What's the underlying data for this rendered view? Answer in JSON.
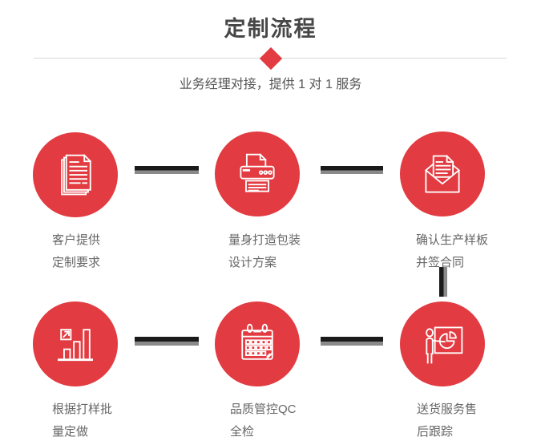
{
  "header": {
    "title": "定制流程",
    "subtitle": "业务经理对接，提供 1 对 1 服务"
  },
  "steps": [
    {
      "icon": "documents-stack-icon",
      "label_line1": "客户提供",
      "label_line2": "定制要求"
    },
    {
      "icon": "printer-icon",
      "label_line1": "量身打造包装",
      "label_line2": "设计方案"
    },
    {
      "icon": "open-envelope-icon",
      "label_line1": "确认生产样板",
      "label_line2": "并签合同"
    },
    {
      "icon": "bar-chart-icon",
      "label_line1": "根据打样批",
      "label_line2": "量定做"
    },
    {
      "icon": "calendar-icon",
      "label_line1": "品质管控QC",
      "label_line2": "全检"
    },
    {
      "icon": "presenter-icon",
      "label_line1": "送货服务售",
      "label_line2": "后跟踪"
    }
  ],
  "colors": {
    "circle_red": "#e23b41",
    "connector_dark": "#1a1a1a",
    "connector_gray": "#8a8a8a",
    "title_color": "#474747",
    "subtitle_color": "#555555",
    "label_color": "#666666",
    "divider_line": "#d9d9d9"
  }
}
